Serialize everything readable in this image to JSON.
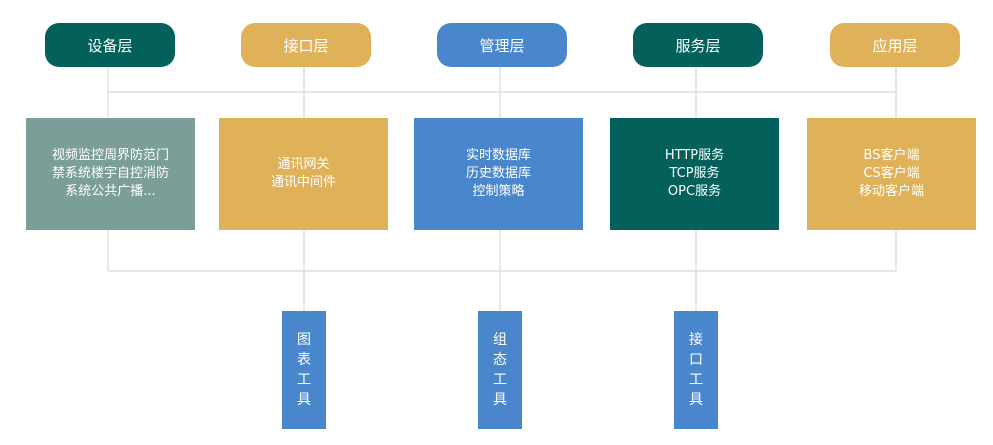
{
  "colors": {
    "teal": "#03605a",
    "gold": "#dfb25a",
    "blue": "#4a86cc",
    "gray": "#7c9e99",
    "line": "#d8d8d8"
  },
  "layers": [
    {
      "label": "设备层",
      "color": "teal",
      "box_color": "gray",
      "box_lines": [
        "视频监控周界防范门",
        "禁系统楼宇自控消防",
        "系统公共广播..."
      ]
    },
    {
      "label": "接口层",
      "color": "gold",
      "box_color": "gold",
      "box_lines": [
        "通讯网关",
        "通讯中间件"
      ]
    },
    {
      "label": "管理层",
      "color": "blue",
      "box_color": "blue",
      "box_lines": [
        "实时数据库",
        "历史数据库",
        "控制策略"
      ]
    },
    {
      "label": "服务层",
      "color": "teal",
      "box_color": "teal",
      "box_lines": [
        "HTTP服务",
        "TCP服务",
        "OPC服务"
      ]
    },
    {
      "label": "应用层",
      "color": "gold",
      "box_color": "gold",
      "box_lines": [
        "BS客户端",
        "CS客户端",
        "移动客户端"
      ]
    }
  ],
  "tools": [
    {
      "chars": [
        "图",
        "表",
        "工",
        "具"
      ],
      "color": "blue"
    },
    {
      "chars": [
        "组",
        "态",
        "工",
        "具"
      ],
      "color": "blue"
    },
    {
      "chars": [
        "接",
        "口",
        "工",
        "具"
      ],
      "color": "blue"
    }
  ]
}
